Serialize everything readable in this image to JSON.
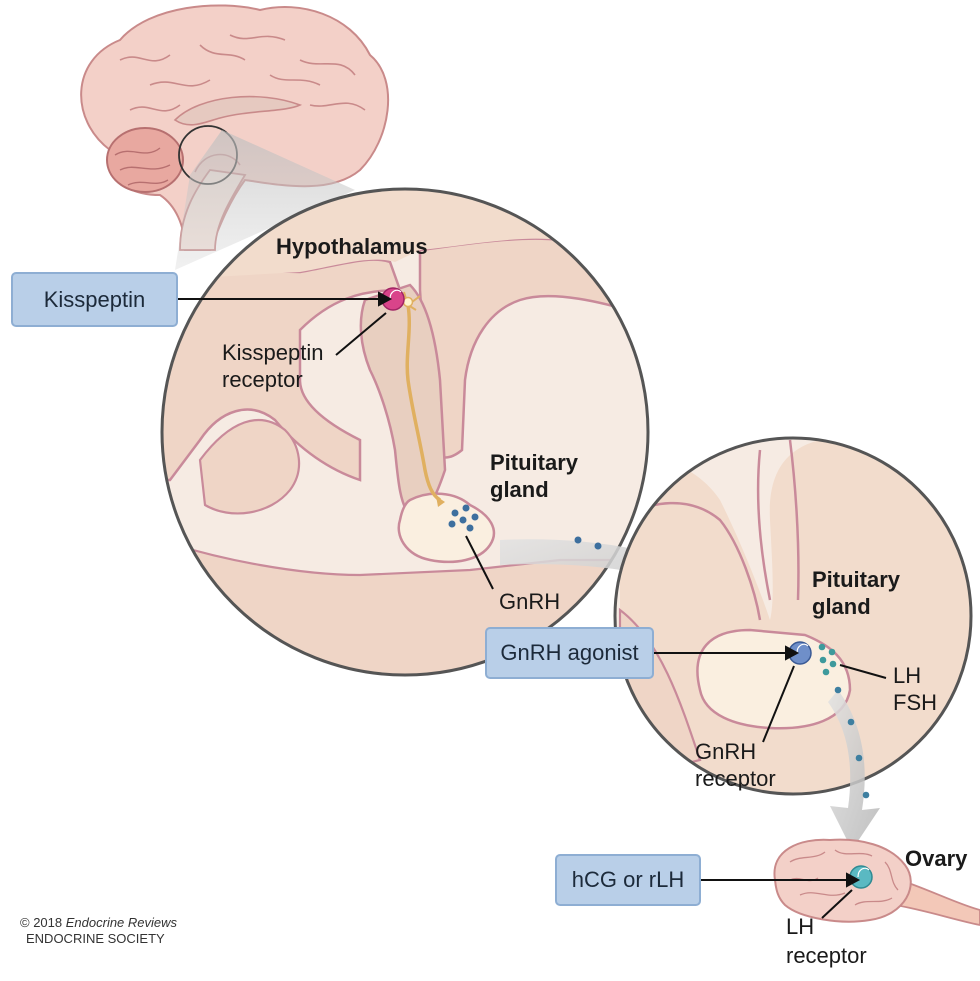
{
  "labels": {
    "hypothalamus": "Hypothalamus",
    "kisspeptin_receptor_1": "Kisspeptin",
    "kisspeptin_receptor_2": "receptor",
    "pituitary_1_line1": "Pituitary",
    "pituitary_1_line2": "gland",
    "gnrh": "GnRH",
    "pituitary_2_line1": "Pituitary",
    "pituitary_2_line2": "gland",
    "lh": "LH",
    "fsh": "FSH",
    "gnrh_receptor_1": "GnRH",
    "gnrh_receptor_2": "receptor",
    "ovary": "Ovary",
    "lh_receptor_1": "LH",
    "lh_receptor_2": "receptor"
  },
  "boxes": {
    "kisspeptin": "Kisspeptin",
    "gnrh_agonist": "GnRH agonist",
    "hcg_rlh": "hCG or rLH"
  },
  "copyright": {
    "line1_prefix": "© 2018",
    "line1_journal": "Endocrine Reviews",
    "line2": "ENDOCRINE SOCIETY"
  },
  "colors": {
    "tissue": "#f2ddd0",
    "tissue_outline": "#c98a9a",
    "circle_bg": "#f6ebe3",
    "box_fill": "#b9cfe8",
    "kisspeptin_receptor": "#d9448a",
    "gnrh_receptor": "#6f8fc9",
    "lh_receptor": "#5ab9c2",
    "particles": "#3d6f9e"
  }
}
